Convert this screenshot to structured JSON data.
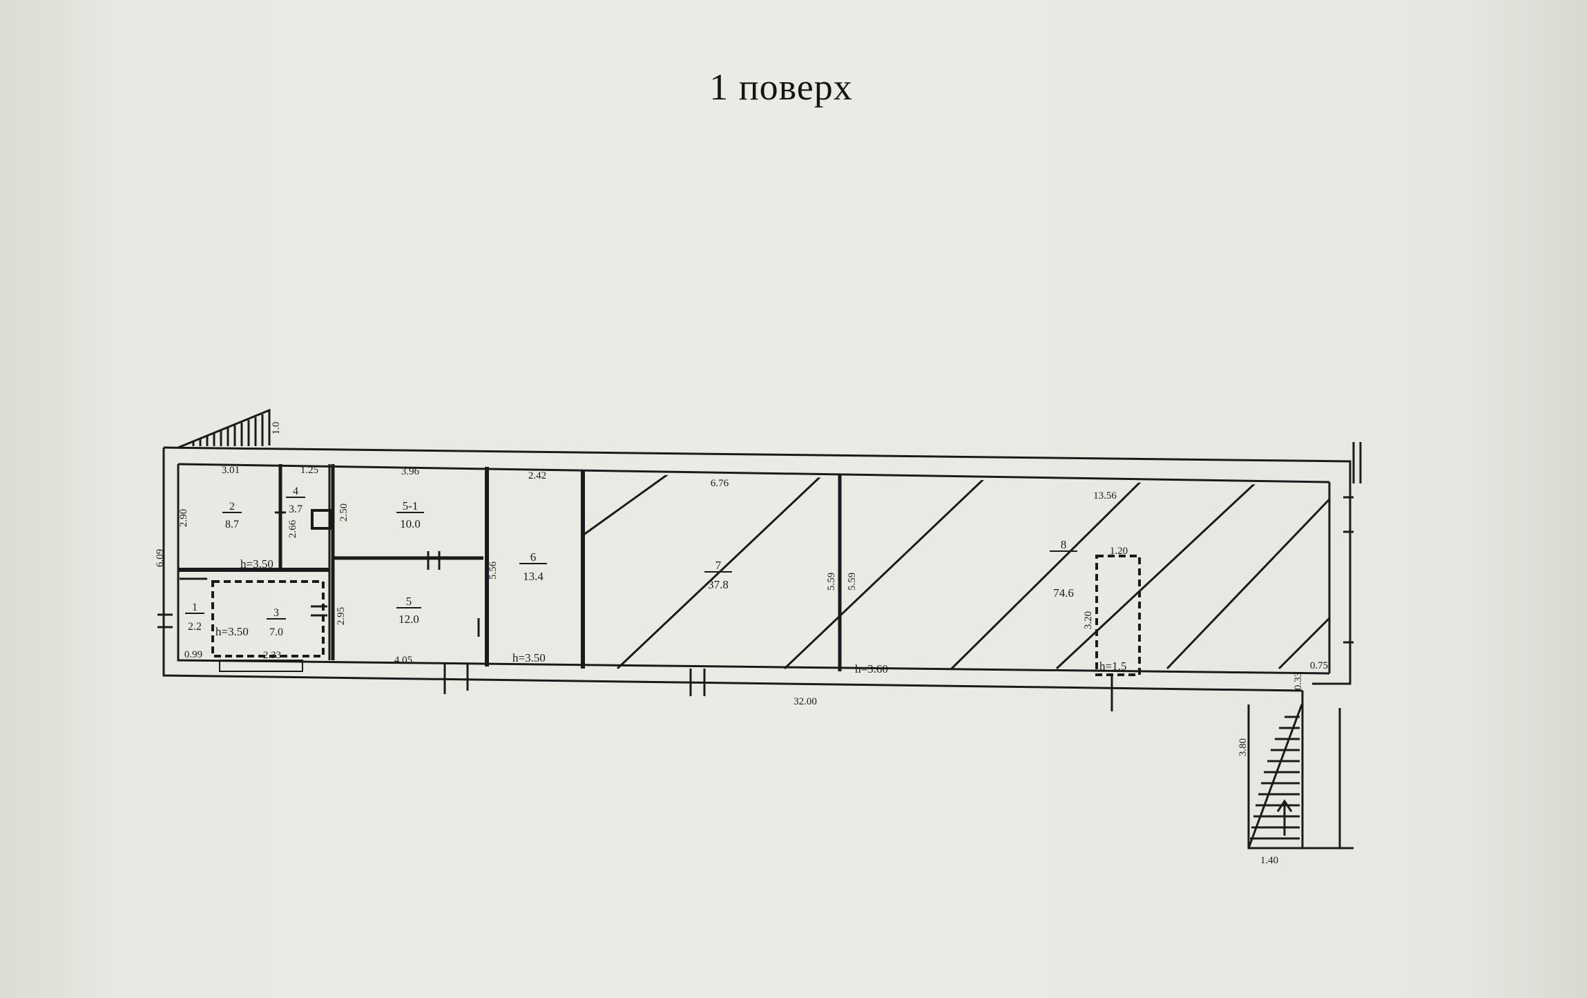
{
  "title": "1 поверх",
  "rooms": [
    {
      "number": "1",
      "area": "2.2"
    },
    {
      "number": "2",
      "area": "8.7"
    },
    {
      "number": "3",
      "area": "7.0"
    },
    {
      "number": "4",
      "area": "3.7"
    },
    {
      "number": "5-1",
      "area": "10.0"
    },
    {
      "number": "5",
      "area": "12.0"
    },
    {
      "number": "6",
      "area": "13.4"
    },
    {
      "number": "7",
      "area": "37.8"
    },
    {
      "number": "8",
      "area": "74.6"
    }
  ],
  "dimensions": {
    "d301": "3.01",
    "d125": "1.25",
    "d396": "3.96",
    "d242": "2.42",
    "d676": "6.76",
    "d1356": "13.56",
    "d120": "1.20",
    "d290": "2.90",
    "d609": "6.09",
    "d266": "2.66",
    "d250": "2.50",
    "d556": "5.56",
    "d559a": "5.59",
    "d559b": "5.59",
    "d295": "2.95",
    "d320": "3.20",
    "d099": "0.99",
    "d233": "2.33",
    "d405": "4.05",
    "d3200": "32.00",
    "d075": "0.75",
    "d033": "0.33",
    "d380": "3.80",
    "d140": "1.40",
    "d10": "1.0"
  },
  "heights": {
    "h2": "h=3.50",
    "h3": "h=3.50",
    "h6": "h=3.50",
    "h8": "h=3.60",
    "h_pit": "h=1.5"
  }
}
